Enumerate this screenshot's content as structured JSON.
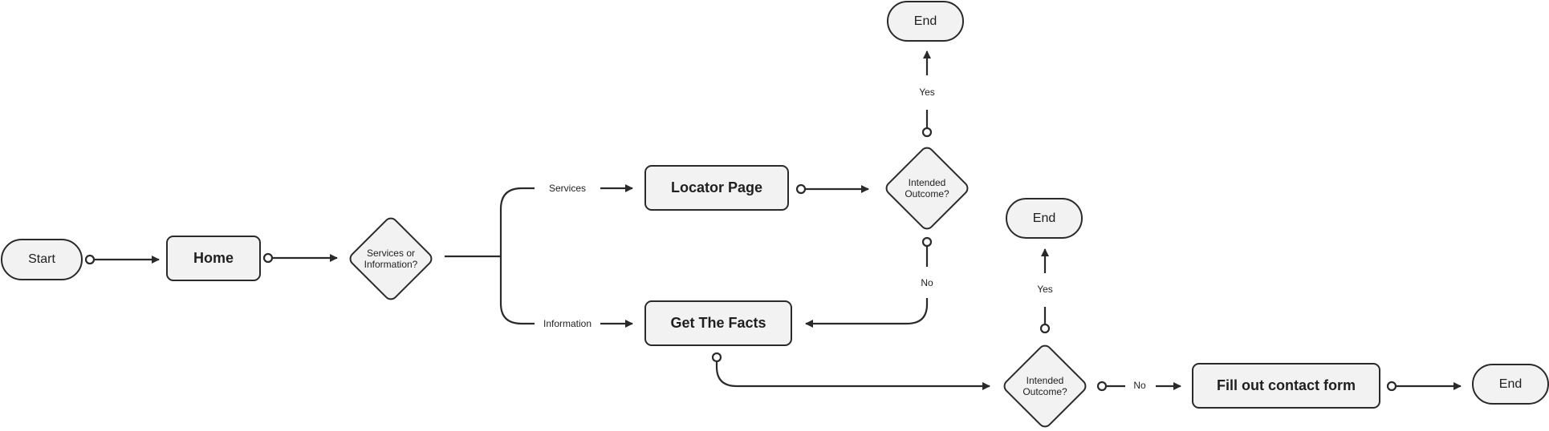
{
  "nodes": {
    "start": "Start",
    "home": "Home",
    "decision_services_info": "Services or\nInformation?",
    "locator_page": "Locator Page",
    "get_the_facts": "Get The Facts",
    "decision_outcome_1": "Intended\nOutcome?",
    "end_1": "End",
    "decision_outcome_2": "Intended\nOutcome?",
    "end_2": "End",
    "fill_contact_form": "Fill out contact form",
    "end_3": "End"
  },
  "edge_labels": {
    "services": "Services",
    "information": "Information",
    "yes_1": "Yes",
    "no_1": "No",
    "yes_2": "Yes",
    "no_2": "No"
  },
  "colors": {
    "stroke": "#2a2a2a",
    "fill": "#f2f2f2",
    "background": "#ffffff"
  }
}
